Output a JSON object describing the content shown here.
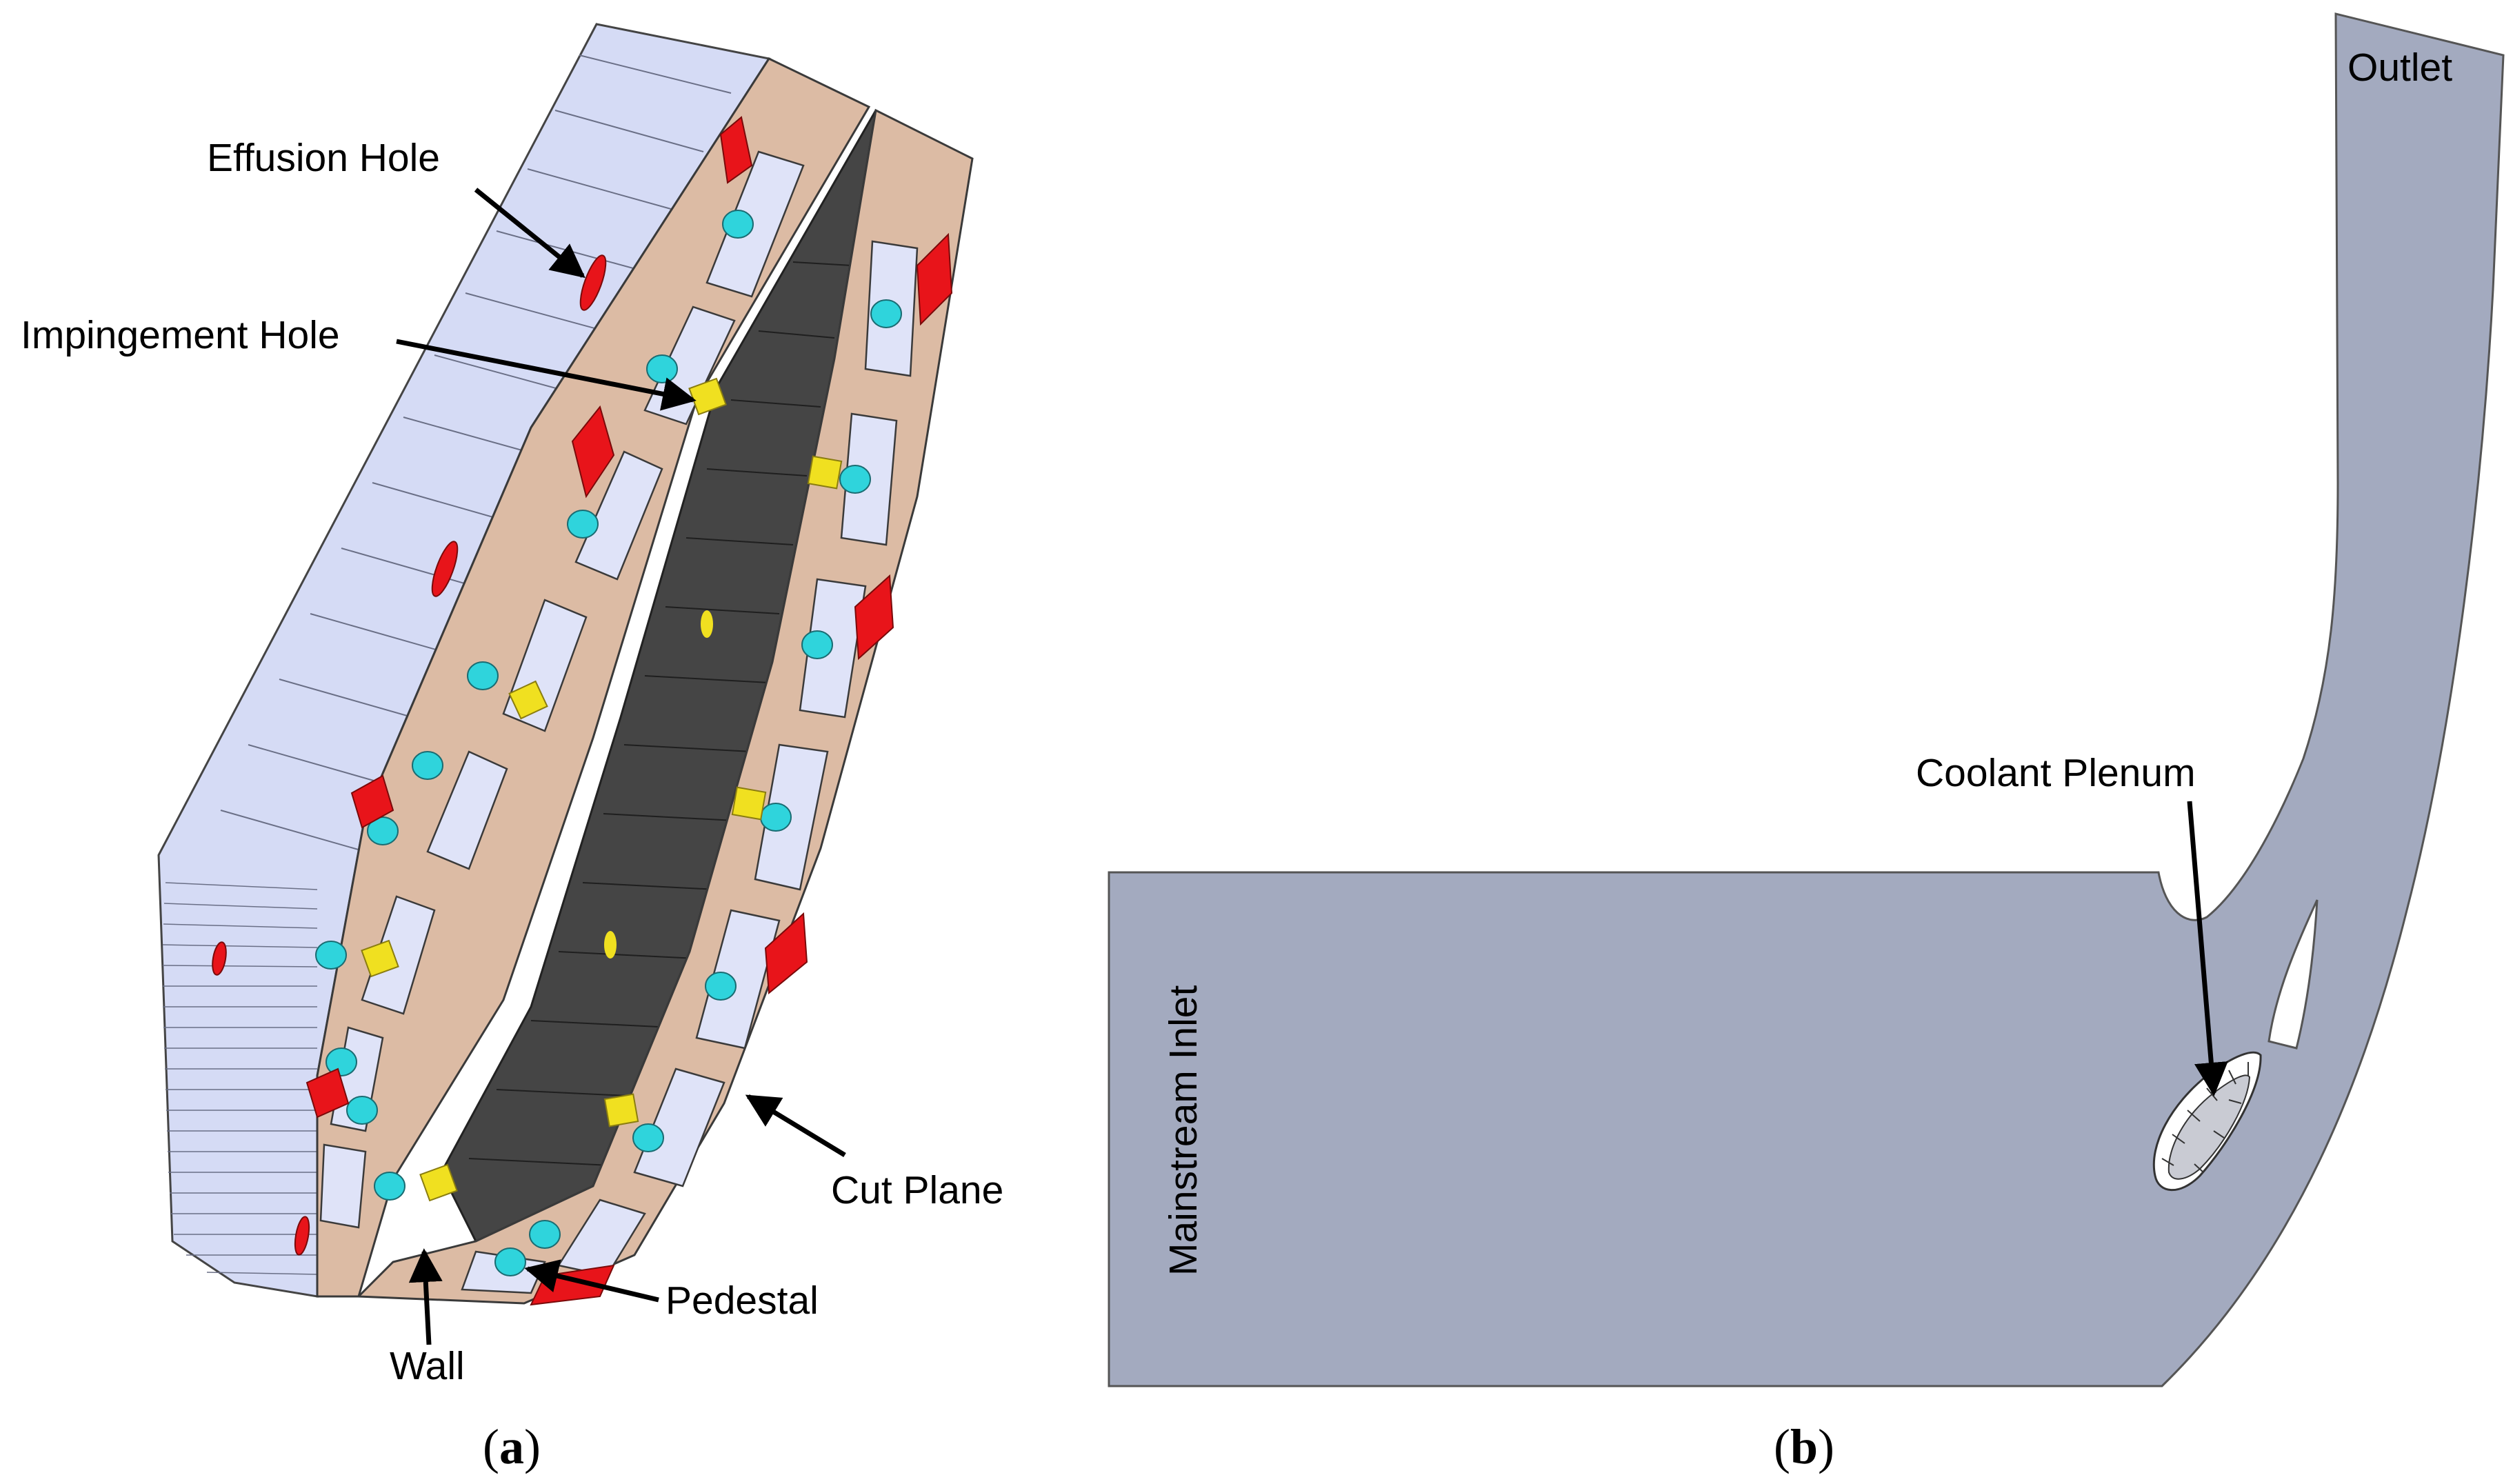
{
  "panel_a": {
    "caption_open": "(",
    "caption_letter": "a",
    "caption_close": ")",
    "labels": {
      "effusion_hole": "Effusion Hole",
      "impingement_hole": "Impingement Hole",
      "cut_plane": "Cut Plane",
      "pedestal": "Pedestal",
      "wall": "Wall"
    }
  },
  "panel_b": {
    "caption_open": "(",
    "caption_letter": "b",
    "caption_close": ")",
    "labels": {
      "outlet": "Outlet",
      "coolant_plenum": "Coolant Plenum",
      "mainstream_inlet": "Mainstream Inlet"
    }
  },
  "colors": {
    "cut_surface": "#dcbba4",
    "outer_wall": "#d5dbf5",
    "inner_wall": "#454545",
    "effusion": "#e8141a",
    "impingement": "#f0e020",
    "pedestal": "#2fd4dc",
    "cavity": "#dfe3f8",
    "domain": "#a3aabf",
    "outline": "#333333"
  }
}
